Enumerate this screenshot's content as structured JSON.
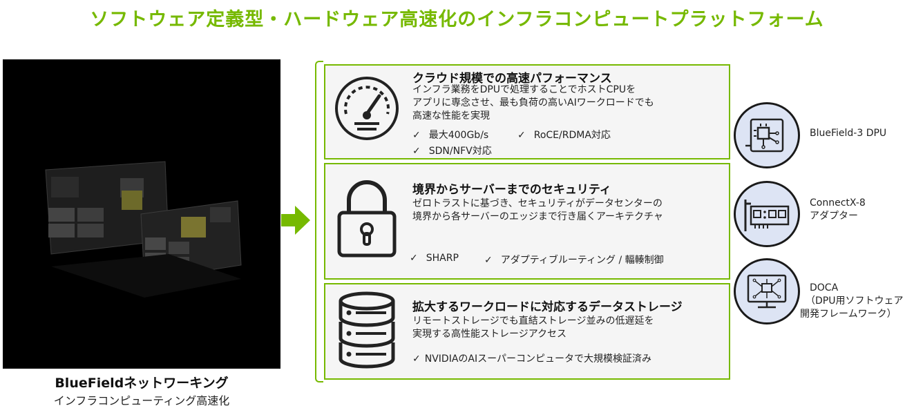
{
  "title": "ソフトウェア定義型・ハードウェア高速化のインフラコンピュートプラットフォーム",
  "product": {
    "name": "BlueFieldネットワーキング",
    "subtitle": "インフラコンピューティング高速化"
  },
  "features": [
    {
      "icon": "speedometer-icon",
      "title": "クラウド規模での高速パフォーマンス",
      "desc": [
        "インフラ業務をDPUで処理することでホストCPUを",
        "アプリに専念させ、最も負荷の高いAIワークロードでも",
        "高速な性能を実現"
      ],
      "checks": [
        "最大400Gb/s",
        "RoCE/RDMA対応",
        "SDN/NFV対応"
      ]
    },
    {
      "icon": "padlock-icon",
      "title": "境界からサーバーまでのセキュリティ",
      "desc": [
        "ゼロトラストに基づき、セキュリティがデータセンターの",
        "境界から各サーバーのエッジまで行き届くアーキテクチャ"
      ],
      "checks": [
        "SHARP",
        "アダプティブルーティング / 輻輳制御"
      ]
    },
    {
      "icon": "database-icon",
      "title": "拡大するワークロードに対応するデータストレージ",
      "desc": [
        "リモートストレージでも直結ストレージ並みの低遅延を",
        "実現する高性能ストレージアクセス"
      ],
      "checks": [
        "NVIDIAのAIスーパーコンピュータで大規模検証済み"
      ]
    }
  ],
  "check_mark": "✓",
  "components": [
    {
      "icon": "chip-board-icon",
      "lines": [
        "BlueField-3 DPU"
      ]
    },
    {
      "icon": "network-card-icon",
      "lines": [
        "ConnectX-8",
        "アダプター"
      ]
    },
    {
      "icon": "monitor-circuit-icon",
      "lines": [
        "DOCA",
        "（DPU用ソフトウェア",
        "開発フレームワーク）"
      ]
    }
  ],
  "colors": {
    "accent": "#76b900",
    "circle_fill": "#dde4f4",
    "card_bg": "#f5f5f5"
  }
}
